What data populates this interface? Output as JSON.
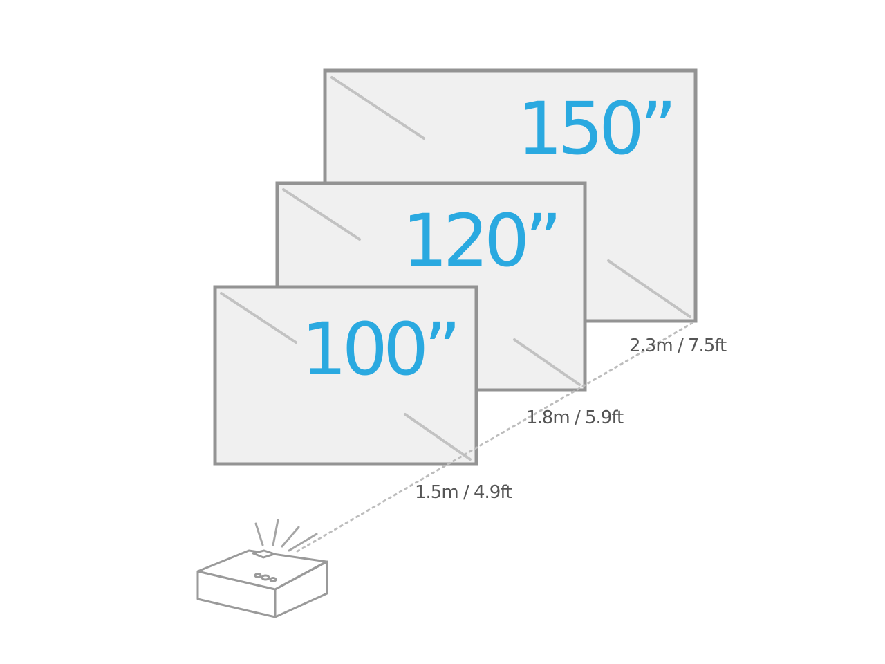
{
  "screens": [
    {
      "size_label": "150”",
      "distance_label": "2.3m / 7.5ft"
    },
    {
      "size_label": "120”",
      "distance_label": "1.8m / 5.9ft"
    },
    {
      "size_label": "100”",
      "distance_label": "1.5m / 4.9ft"
    }
  ],
  "colors": {
    "accent": "#2aa9e0",
    "frame": "#939393",
    "screen_fill": "#f0f0f0",
    "text": "#555555"
  },
  "icons": [
    "projector-icon"
  ]
}
